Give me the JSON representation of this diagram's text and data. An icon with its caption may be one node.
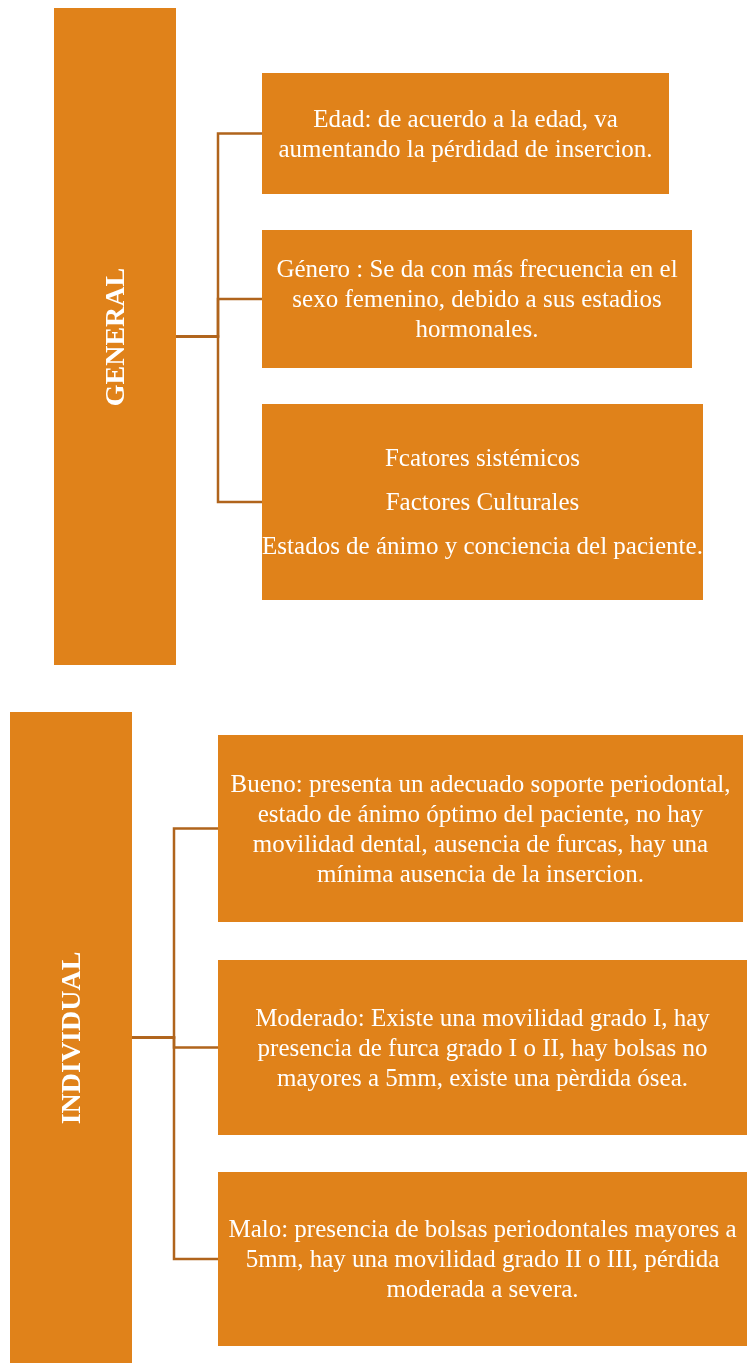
{
  "diagram": {
    "nodes": [
      {
        "text": [
          "GENERAL"
        ]
      },
      {
        "text": [
          "Edad: de acuerdo a la edad, va aumentando la pérdidad de insercion."
        ]
      },
      {
        "text": [
          "Género : Se da con más frecuencia en el sexo femenino, debido a sus estadios hormonales."
        ]
      },
      {
        "text": [
          "Fcatores sistémicos",
          "Factores Culturales",
          "Estados de ánimo y conciencia del paciente."
        ]
      },
      {
        "text": [
          "INDIVIDUAL"
        ]
      },
      {
        "text": [
          "Bueno: presenta un adecuado soporte periodontal, estado de ánimo óptimo del paciente, no hay movilidad dental, ausencia de furcas, hay una mínima ausencia de la insercion."
        ]
      },
      {
        "text": [
          "Moderado: Existe una movilidad grado I, hay presencia de furca grado I o II, hay bolsas no mayores a 5mm, existe una pèrdida ósea."
        ]
      },
      {
        "text": [
          "Malo: presencia de bolsas periodontales mayores a 5mm, hay una movilidad grado II o III, pérdida moderada a severa."
        ]
      }
    ],
    "edges": [
      {
        "from": 0,
        "to": 1,
        "arrow": "none"
      },
      {
        "from": 0,
        "to": 2,
        "arrow": "none"
      },
      {
        "from": 0,
        "to": 3,
        "arrow": "none"
      },
      {
        "from": 4,
        "to": 5,
        "arrow": "none"
      },
      {
        "from": 4,
        "to": 6,
        "arrow": "none"
      },
      {
        "from": 4,
        "to": 7,
        "arrow": "none"
      }
    ]
  }
}
